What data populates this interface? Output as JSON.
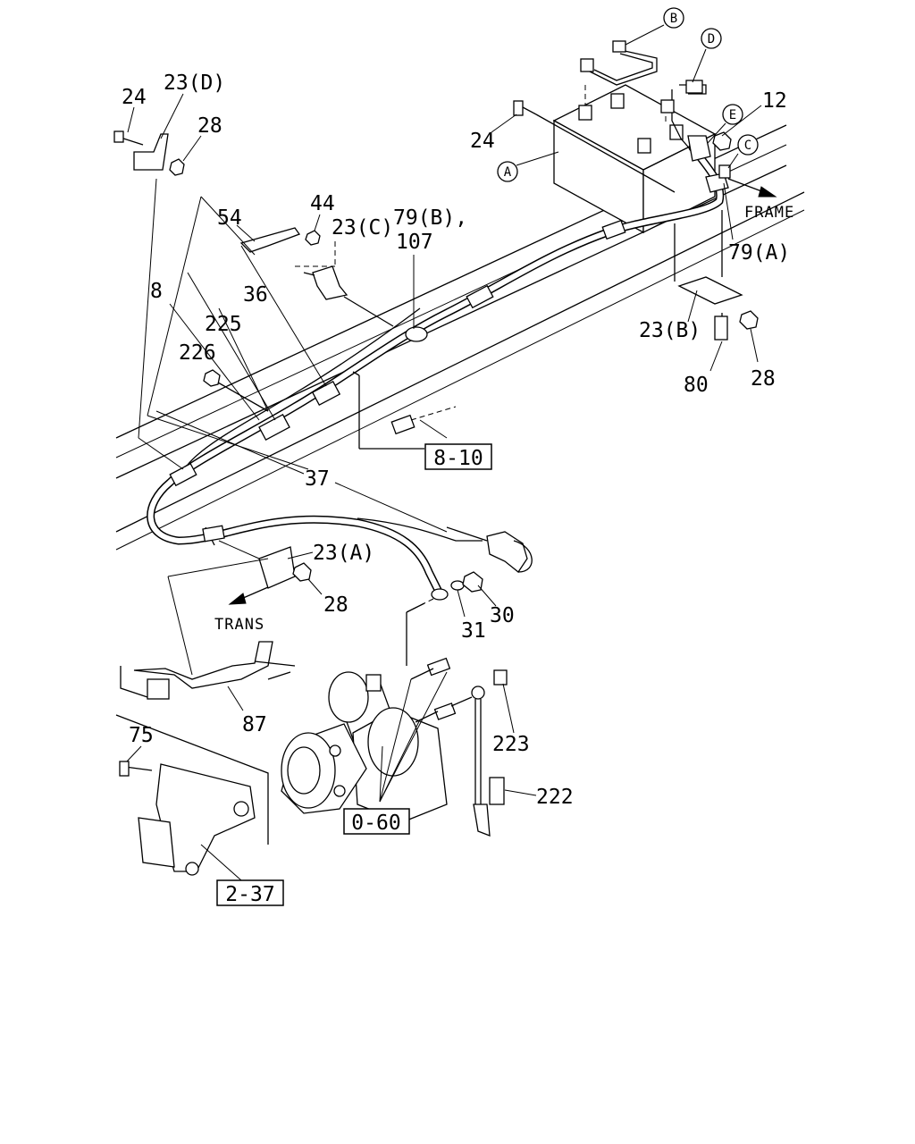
{
  "callouts": {
    "c24a": "24",
    "c23d": "23(D)",
    "c28a": "28",
    "c24b": "24",
    "c12": "12",
    "c54": "54",
    "c44": "44",
    "c23c": "23(C)",
    "c79b": "79(B),",
    "c107": "107",
    "c79a": "79(A)",
    "c8": "8",
    "c225": "225",
    "c36": "36",
    "c226": "226",
    "c23b": "23(B)",
    "c80": "80",
    "c28b": "28",
    "c37": "37",
    "c23a": "23(A)",
    "c28c": "28",
    "c30": "30",
    "c31": "31",
    "c87": "87",
    "c75": "75",
    "c223": "223",
    "c222": "222"
  },
  "connectors": {
    "A": "A",
    "B": "B",
    "C": "C",
    "D": "D",
    "E": "E"
  },
  "directions": {
    "frame": "FRAME",
    "trans": "TRANS"
  },
  "references": {
    "r810": "8-10",
    "r060": "0-60",
    "r237": "2-37"
  }
}
